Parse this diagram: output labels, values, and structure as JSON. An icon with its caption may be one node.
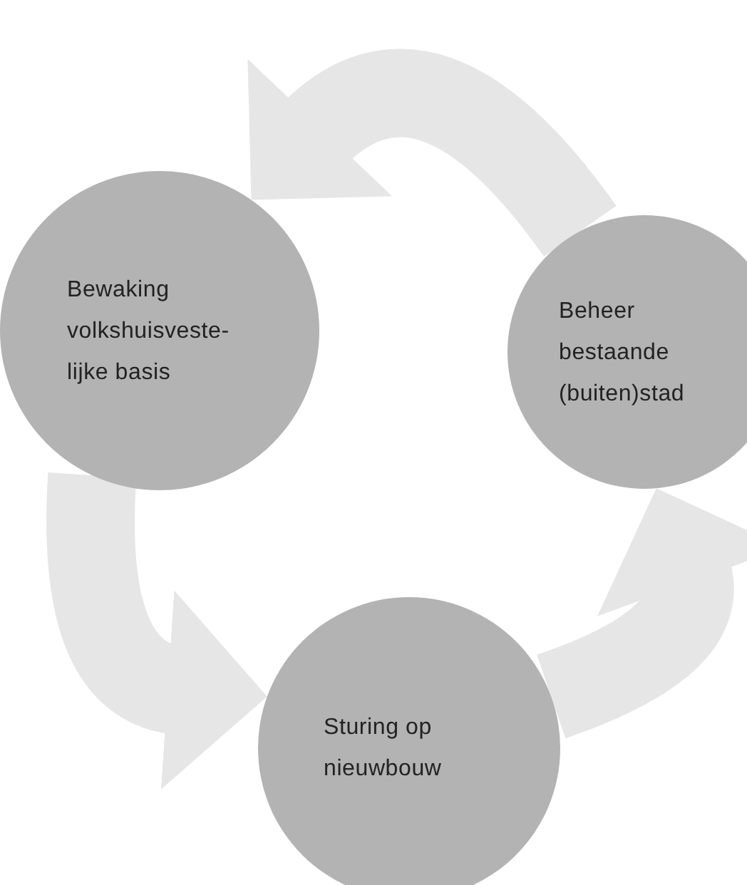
{
  "diagram": {
    "nodes": [
      {
        "text": [
          "Bewaking volkshuisveste- lijke basis"
        ]
      },
      {
        "text": [
          "Beheer bestaande (buiten)stad"
        ]
      },
      {
        "text": [
          "Sturing op nieuwbouw"
        ]
      }
    ],
    "edges": [
      {
        "from": 1,
        "to": 0,
        "arrow": "to"
      },
      {
        "from": 0,
        "to": 2,
        "arrow": "to"
      },
      {
        "from": 2,
        "to": 1,
        "arrow": "to"
      }
    ]
  }
}
